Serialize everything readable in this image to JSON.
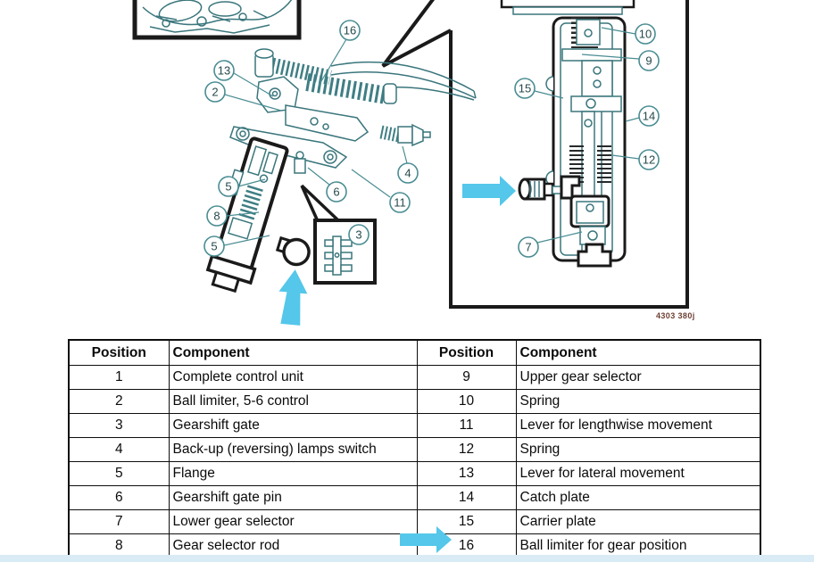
{
  "diagram": {
    "caption": "4303 380j",
    "highlight_color": "#54c7ea",
    "left_view": {
      "description": "gearshift control unit exploded view",
      "callouts": [
        "16",
        "13",
        "2",
        "5",
        "8",
        "5",
        "6",
        "4",
        "11",
        "3"
      ]
    },
    "right_view": {
      "description": "gear selector cross-section detail",
      "callouts": [
        "10",
        "9",
        "15",
        "14",
        "12",
        "7"
      ]
    }
  },
  "parts_table": {
    "headers": [
      "Position",
      "Component",
      "Position",
      "Component"
    ],
    "rows": [
      [
        "1",
        "Complete control unit",
        "9",
        "Upper gear selector"
      ],
      [
        "2",
        "Ball limiter, 5-6 control",
        "10",
        "Spring"
      ],
      [
        "3",
        "Gearshift gate",
        "11",
        "Lever for lengthwise movement"
      ],
      [
        "4",
        "Back-up (reversing) lamps switch",
        "12",
        "Spring"
      ],
      [
        "5",
        "Flange",
        "13",
        "Lever for lateral movement"
      ],
      [
        "6",
        "Gearshift gate pin",
        "14",
        "Catch plate"
      ],
      [
        "7",
        "Lower gear selector",
        "15",
        "Carrier plate"
      ],
      [
        "8",
        "Gear selector rod",
        "16",
        "Ball limiter for gear position"
      ]
    ]
  }
}
